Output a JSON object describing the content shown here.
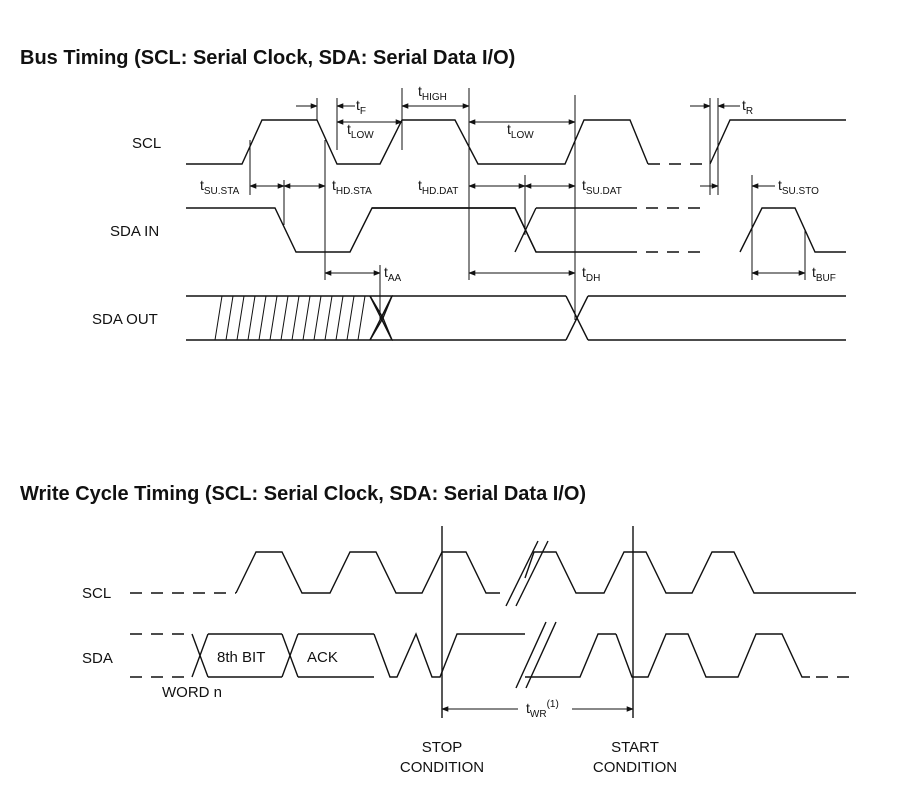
{
  "bus": {
    "title": "Bus Timing (SCL: Serial Clock, SDA: Serial Data I/O)",
    "signals": {
      "scl": "SCL",
      "sda_in": "SDA IN",
      "sda_out": "SDA OUT"
    },
    "params": {
      "tF": {
        "main": "t",
        "sub": "F"
      },
      "tHIGH": {
        "main": "t",
        "sub": "HIGH"
      },
      "tR": {
        "main": "t",
        "sub": "R"
      },
      "tLOW1": {
        "main": "t",
        "sub": "LOW"
      },
      "tLOW2": {
        "main": "t",
        "sub": "LOW"
      },
      "tSUSTA": {
        "main": "t",
        "sub": "SU.STA"
      },
      "tHDSTA": {
        "main": "t",
        "sub": "HD.STA"
      },
      "tHDDAT": {
        "main": "t",
        "sub": "HD.DAT"
      },
      "tSUDAT": {
        "main": "t",
        "sub": "SU.DAT"
      },
      "tSUSTO": {
        "main": "t",
        "sub": "SU.STO"
      },
      "tAA": {
        "main": "t",
        "sub": "AA"
      },
      "tDH": {
        "main": "t",
        "sub": "DH"
      },
      "tBUF": {
        "main": "t",
        "sub": "BUF"
      }
    }
  },
  "write": {
    "title": "Write Cycle Timing (SCL: Serial Clock, SDA: Serial Data I/O)",
    "signals": {
      "scl": "SCL",
      "sda": "SDA"
    },
    "labels": {
      "bit8": "8th BIT",
      "ack": "ACK",
      "word": "WORD n"
    },
    "twr": {
      "main": "t",
      "sub": "WR",
      "sup": "(1)"
    },
    "stop": {
      "line1": "STOP",
      "line2": "CONDITION"
    },
    "start": {
      "line1": "START",
      "line2": "CONDITION"
    }
  }
}
